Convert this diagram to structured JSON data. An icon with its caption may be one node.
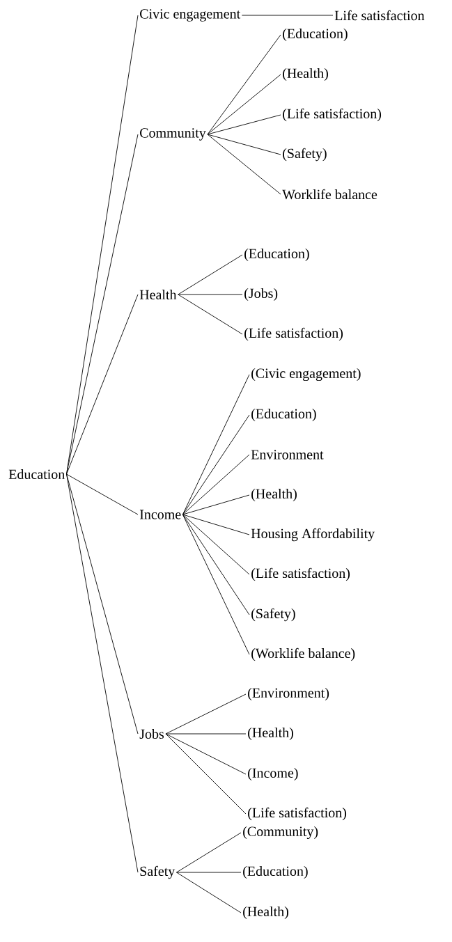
{
  "diagram": {
    "nodes": [
      {
        "text": [
          "Education"
        ]
      },
      {
        "text": [
          "Civic engagement"
        ]
      },
      {
        "text": [
          "Life satisfaction"
        ]
      },
      {
        "text": [
          "Community"
        ]
      },
      {
        "text": [
          "(Education)"
        ]
      },
      {
        "text": [
          "(Health)"
        ]
      },
      {
        "text": [
          "(Life satisfaction)"
        ]
      },
      {
        "text": [
          "(Safety)"
        ]
      },
      {
        "text": [
          "Worklife balance"
        ]
      },
      {
        "text": [
          "Health"
        ]
      },
      {
        "text": [
          "(Education)"
        ]
      },
      {
        "text": [
          "(Jobs)"
        ]
      },
      {
        "text": [
          "(Life satisfaction)"
        ]
      },
      {
        "text": [
          "Income"
        ]
      },
      {
        "text": [
          "(Civic engagement)"
        ]
      },
      {
        "text": [
          "(Education)"
        ]
      },
      {
        "text": [
          "Environment"
        ]
      },
      {
        "text": [
          "(Health)"
        ]
      },
      {
        "text": [
          "Housing Affordability"
        ]
      },
      {
        "text": [
          "(Life satisfaction)"
        ]
      },
      {
        "text": [
          "(Safety)"
        ]
      },
      {
        "text": [
          "(Worklife balance)"
        ]
      },
      {
        "text": [
          "Jobs"
        ]
      },
      {
        "text": [
          "(Environment)"
        ]
      },
      {
        "text": [
          "(Health)"
        ]
      },
      {
        "text": [
          "(Income)"
        ]
      },
      {
        "text": [
          "(Life satisfaction)"
        ]
      },
      {
        "text": [
          "Safety"
        ]
      },
      {
        "text": [
          "(Community)"
        ]
      },
      {
        "text": [
          "(Education)"
        ]
      },
      {
        "text": [
          "(Health)"
        ]
      }
    ],
    "edges": [
      {
        "from": 0,
        "to": 1,
        "arrow": "none"
      },
      {
        "from": 0,
        "to": 3,
        "arrow": "none"
      },
      {
        "from": 0,
        "to": 9,
        "arrow": "none"
      },
      {
        "from": 0,
        "to": 13,
        "arrow": "none"
      },
      {
        "from": 0,
        "to": 22,
        "arrow": "none"
      },
      {
        "from": 0,
        "to": 27,
        "arrow": "none"
      },
      {
        "from": 1,
        "to": 2,
        "arrow": "none"
      },
      {
        "from": 3,
        "to": 4,
        "arrow": "none"
      },
      {
        "from": 3,
        "to": 5,
        "arrow": "none"
      },
      {
        "from": 3,
        "to": 6,
        "arrow": "none"
      },
      {
        "from": 3,
        "to": 7,
        "arrow": "none"
      },
      {
        "from": 3,
        "to": 8,
        "arrow": "none"
      },
      {
        "from": 9,
        "to": 10,
        "arrow": "none"
      },
      {
        "from": 9,
        "to": 11,
        "arrow": "none"
      },
      {
        "from": 9,
        "to": 12,
        "arrow": "none"
      },
      {
        "from": 13,
        "to": 14,
        "arrow": "none"
      },
      {
        "from": 13,
        "to": 15,
        "arrow": "none"
      },
      {
        "from": 13,
        "to": 16,
        "arrow": "none"
      },
      {
        "from": 13,
        "to": 17,
        "arrow": "none"
      },
      {
        "from": 13,
        "to": 18,
        "arrow": "none"
      },
      {
        "from": 13,
        "to": 19,
        "arrow": "none"
      },
      {
        "from": 13,
        "to": 20,
        "arrow": "none"
      },
      {
        "from": 13,
        "to": 21,
        "arrow": "none"
      },
      {
        "from": 22,
        "to": 23,
        "arrow": "none"
      },
      {
        "from": 22,
        "to": 24,
        "arrow": "none"
      },
      {
        "from": 22,
        "to": 25,
        "arrow": "none"
      },
      {
        "from": 22,
        "to": 26,
        "arrow": "none"
      },
      {
        "from": 27,
        "to": 28,
        "arrow": "none"
      },
      {
        "from": 27,
        "to": 29,
        "arrow": "none"
      },
      {
        "from": 27,
        "to": 30,
        "arrow": "none"
      }
    ]
  }
}
